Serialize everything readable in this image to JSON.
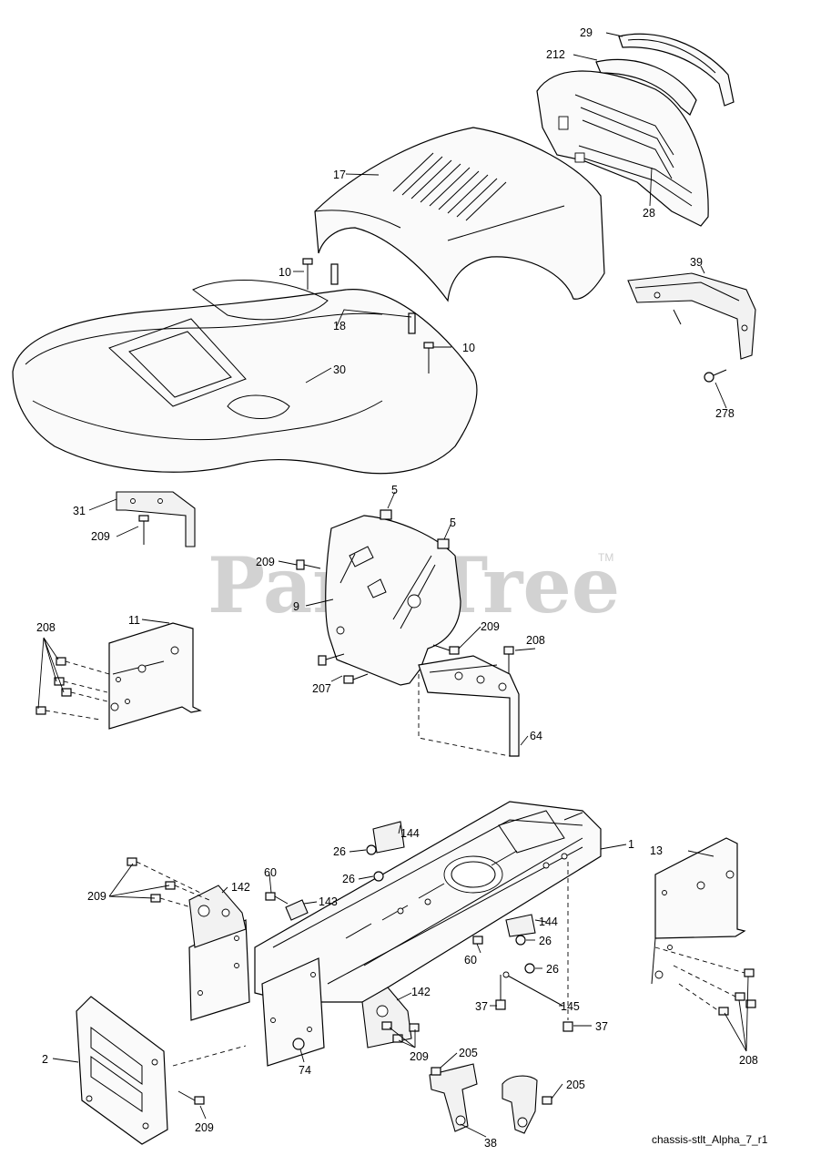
{
  "watermark": {
    "text": "PartsTree",
    "mark": "TM"
  },
  "diagram_ref": "chassis-stlt_Alpha_7_r1",
  "callouts": {
    "c29": "29",
    "c212": "212",
    "c17": "17",
    "c28": "28",
    "c39": "39",
    "c278": "278",
    "c10a": "10",
    "c10b": "10",
    "c18": "18",
    "c30": "30",
    "c31": "31",
    "c209a": "209",
    "c5a": "5",
    "c5b": "5",
    "c209b": "209",
    "c9": "9",
    "c209c": "209",
    "c208a": "208",
    "c11": "11",
    "c208b": "208",
    "c207": "207",
    "c64": "64",
    "c1": "1",
    "c144a": "144",
    "c26a": "26",
    "c26b": "26",
    "c13": "13",
    "c209d": "209",
    "c142a": "142",
    "c60a": "60",
    "c143": "143",
    "c144b": "144",
    "c26c": "26",
    "c60b": "60",
    "c26d": "26",
    "c37a": "37",
    "c145": "145",
    "c37b": "37",
    "c142b": "142",
    "c74": "74",
    "c209e": "209",
    "c208c": "208",
    "c2": "2",
    "c205a": "205",
    "c205b": "205",
    "c209f": "209",
    "c38": "38"
  }
}
